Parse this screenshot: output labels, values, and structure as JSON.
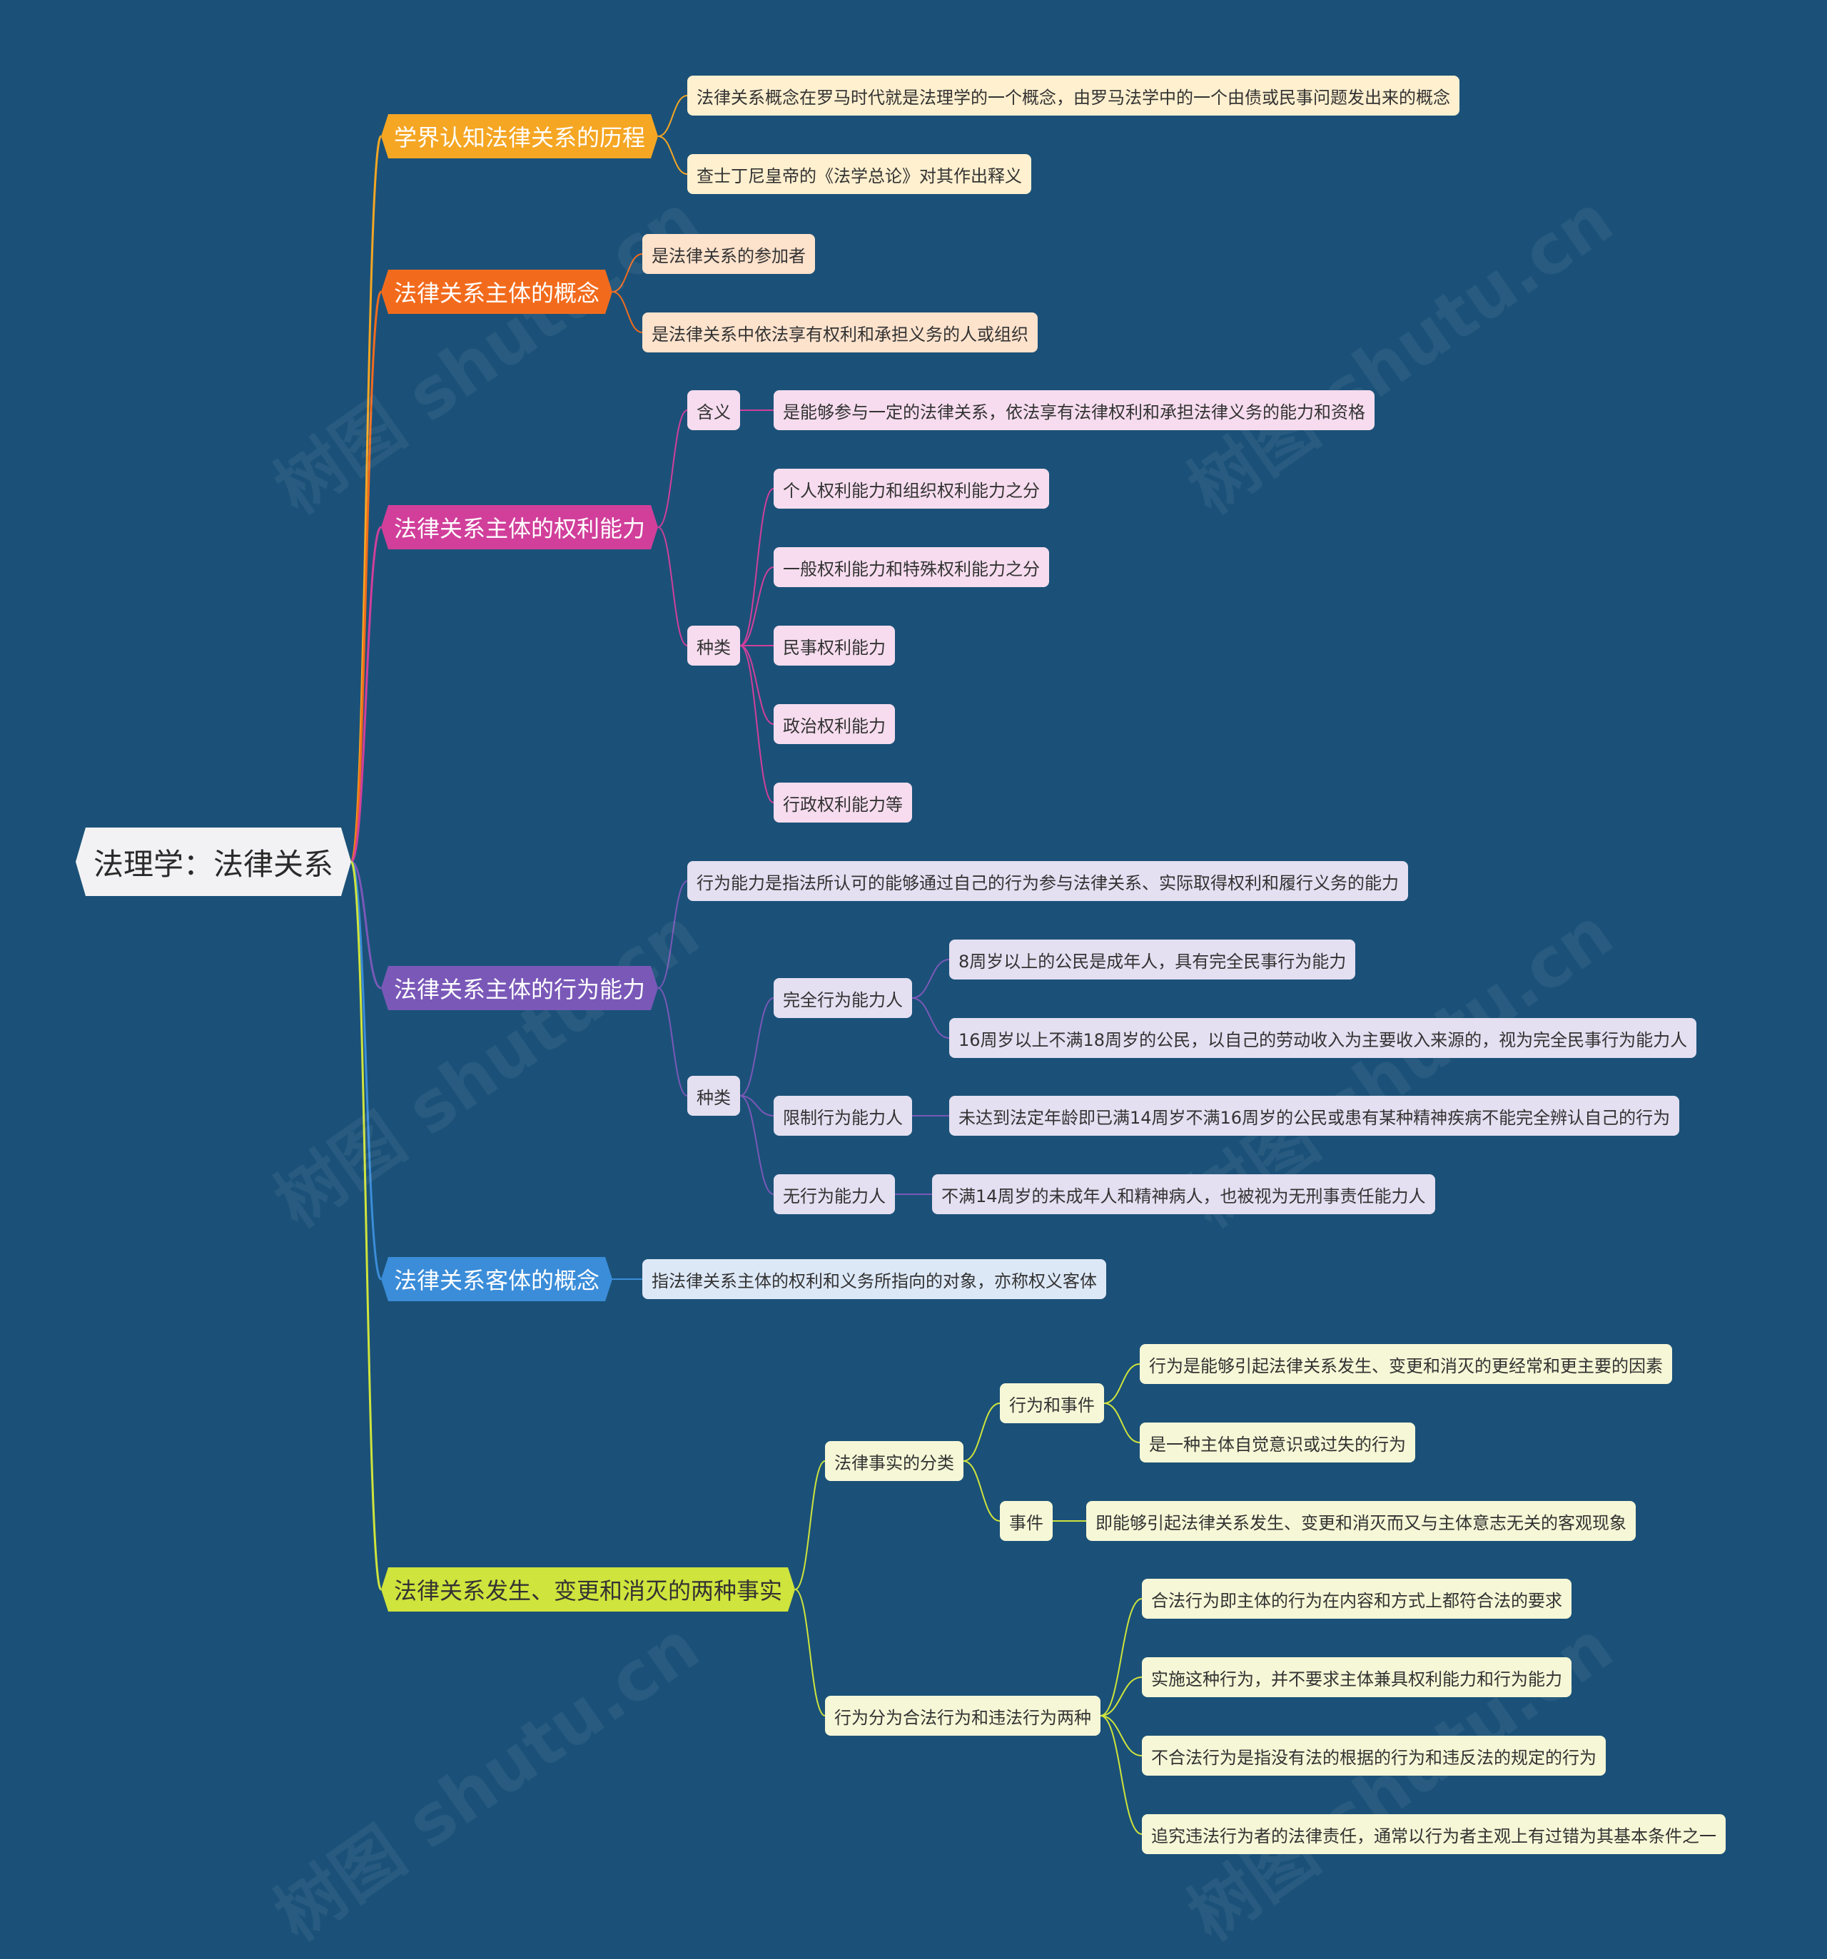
{
  "root": "法理学：法律关系",
  "colors": {
    "background": "#1b5178",
    "branch_orange": "#f5a623",
    "branch_deep_orange": "#f26b1d",
    "branch_pink": "#d13f9b",
    "branch_purple": "#7a58b8",
    "branch_blue": "#3b8dd9",
    "branch_lime": "#cfe43c"
  },
  "branches": [
    {
      "label": "学界认知法律关系的历程",
      "children": [
        {
          "label": "法律关系概念在罗马时代就是法理学的一个概念，由罗马法学中的一个由债或民事问题发出来的概念"
        },
        {
          "label": "查士丁尼皇帝的《法学总论》对其作出释义"
        }
      ]
    },
    {
      "label": "法律关系主体的概念",
      "children": [
        {
          "label": "是法律关系的参加者"
        },
        {
          "label": "是法律关系中依法享有权利和承担义务的人或组织"
        }
      ]
    },
    {
      "label": "法律关系主体的权利能力",
      "children": [
        {
          "label": "含义",
          "children": [
            {
              "label": "是能够参与一定的法律关系，依法享有法律权利和承担法律义务的能力和资格"
            }
          ]
        },
        {
          "label": "种类",
          "children": [
            {
              "label": "个人权利能力和组织权利能力之分"
            },
            {
              "label": "一般权利能力和特殊权利能力之分"
            },
            {
              "label": "民事权利能力"
            },
            {
              "label": "政治权利能力"
            },
            {
              "label": "行政权利能力等"
            }
          ]
        }
      ]
    },
    {
      "label": "法律关系主体的行为能力",
      "children": [
        {
          "label": "行为能力是指法所认可的能够通过自己的行为参与法律关系、实际取得权利和履行义务的能力"
        },
        {
          "label": "种类",
          "children": [
            {
              "label": "完全行为能力人",
              "children": [
                {
                  "label": "8周岁以上的公民是成年人，具有完全民事行为能力"
                },
                {
                  "label": "16周岁以上不满18周岁的公民，以自己的劳动收入为主要收入来源的，视为完全民事行为能力人"
                }
              ]
            },
            {
              "label": "限制行为能力人",
              "children": [
                {
                  "label": "未达到法定年龄即已满14周岁不满16周岁的公民或患有某种精神疾病不能完全辨认自己的行为"
                }
              ]
            },
            {
              "label": "无行为能力人",
              "children": [
                {
                  "label": "不满14周岁的未成年人和精神病人，也被视为无刑事责任能力人"
                }
              ]
            }
          ]
        }
      ]
    },
    {
      "label": "法律关系客体的概念",
      "children": [
        {
          "label": "指法律关系主体的权利和义务所指向的对象，亦称权义客体"
        }
      ]
    },
    {
      "label": "法律关系发生、变更和消灭的两种事实",
      "children": [
        {
          "label": "法律事实的分类",
          "children": [
            {
              "label": "行为和事件",
              "children": [
                {
                  "label": "行为是能够引起法律关系发生、变更和消灭的更经常和更主要的因素"
                },
                {
                  "label": "是一种主体自觉意识或过失的行为"
                }
              ]
            },
            {
              "label": "事件",
              "children": [
                {
                  "label": "即能够引起法律关系发生、变更和消灭而又与主体意志无关的客观现象"
                }
              ]
            }
          ]
        },
        {
          "label": "行为分为合法行为和违法行为两种",
          "children": [
            {
              "label": "合法行为即主体的行为在内容和方式上都符合法的要求"
            },
            {
              "label": "实施这种行为，并不要求主体兼具权利能力和行为能力"
            },
            {
              "label": "不合法行为是指没有法的根据的行为和违反法的规定的行为"
            },
            {
              "label": "追究违法行为者的法律责任，通常以行为者主观上有过错为其基本条件之一"
            }
          ]
        }
      ]
    }
  ],
  "watermark": "树图 shutu.cn"
}
